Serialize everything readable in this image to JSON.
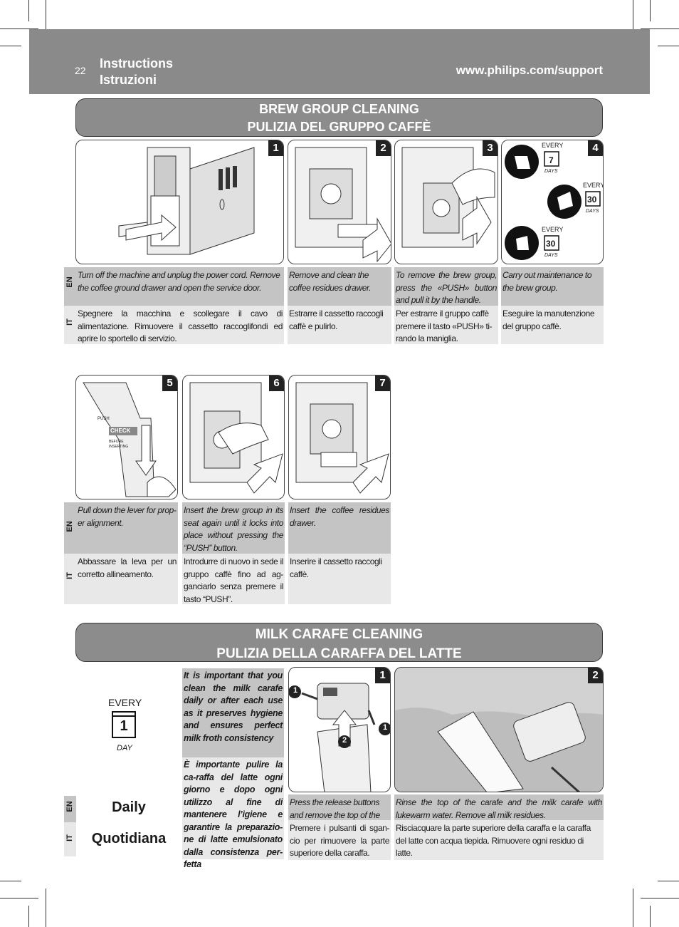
{
  "header": {
    "page_number": "22",
    "title_en": "Instructions",
    "title_it": "Istruzioni",
    "url": "www.philips.com/support"
  },
  "section1": {
    "title_line1": "BREW GROUP CLEANING",
    "title_line2": "PULIZIA DEL GRUPPO CAFFÈ",
    "lang_en": "EN",
    "lang_it": "IT",
    "steps": [
      {
        "num": "1",
        "en": "Turn off the machine and unplug the power cord. Remove the coffee ground drawer and open the service door.",
        "it": "Spegnere la macchina e scollegare il cavo di alimentazione. Rimuovere il cassetto raccoglifondi ed aprire lo sportello di servizio."
      },
      {
        "num": "2",
        "en": "Remove and clean the coffee residues drawer.",
        "it": "Estrarre il cassetto raccogli caffè e pulirlo."
      },
      {
        "num": "3",
        "en": "To remove the brew group, press the «PUSH» button and pull it by the handle.",
        "it": "Per estrarre il gruppo caffè premere il tasto «PUSH» ti-rando la maniglia."
      },
      {
        "num": "4",
        "en": "Carry out maintenance to the brew group.",
        "it": "Eseguire la manutenzione del gruppo caffè."
      },
      {
        "num": "5",
        "en": "Pull down the lever for prop-er alignment.",
        "it": "Abbassare la leva per un corretto allineamento."
      },
      {
        "num": "6",
        "en": "Insert the brew group in its seat again until it locks into place without pressing the “PUSH” button.",
        "it": "Introdurre di nuovo in sede il gruppo caffè fino ad ag-ganciarlo senza premere il tasto “PUSH”."
      },
      {
        "num": "7",
        "en": "Insert the coffee residues drawer.",
        "it": "Inserire il cassetto raccogli caffè."
      }
    ],
    "calendar": {
      "every": "EVERY",
      "n7": "7",
      "n30": "30",
      "days": "DAYS"
    },
    "step5_labels": {
      "push": "PUSH",
      "check": "CHECK",
      "before": "BEFORE INSERTING"
    }
  },
  "section2": {
    "title_line1": "MILK CARAFE CLEANING",
    "title_line2": "PULIZIA DELLA CARAFFA DEL LATTE",
    "every": "EVERY",
    "day_num": "1",
    "day": "DAY",
    "daily_en": "Daily",
    "daily_it": "Quotidiana",
    "lang_en": "EN",
    "lang_it": "IT",
    "note_en": "It is important that you clean the milk carafe daily or after each use as it preserves hygiene and ensures perfect milk froth consistency",
    "note_it": "È importante pulire la ca-raffa del latte ogni giorno e dopo ogni utilizzo al fine di mantenere l’igiene e garantire la preparazio-ne di latte emulsionato dalla consistenza per-fetta",
    "steps": [
      {
        "num": "1",
        "en": "Press the release buttons and remove the top of the carafe.",
        "it": "Premere i pulsanti di sgan-cio per rimuovere la parte superiore della caraffa."
      },
      {
        "num": "2",
        "en": "Rinse the top of the carafe and the milk carafe with lukewarm water. Remove all milk residues.",
        "it": "Risciacquare la parte superiore della caraffa e la caraffa del latte con acqua tiepida. Rimuovere ogni residuo di latte."
      }
    ],
    "callouts": [
      "1",
      "2",
      "1"
    ]
  }
}
